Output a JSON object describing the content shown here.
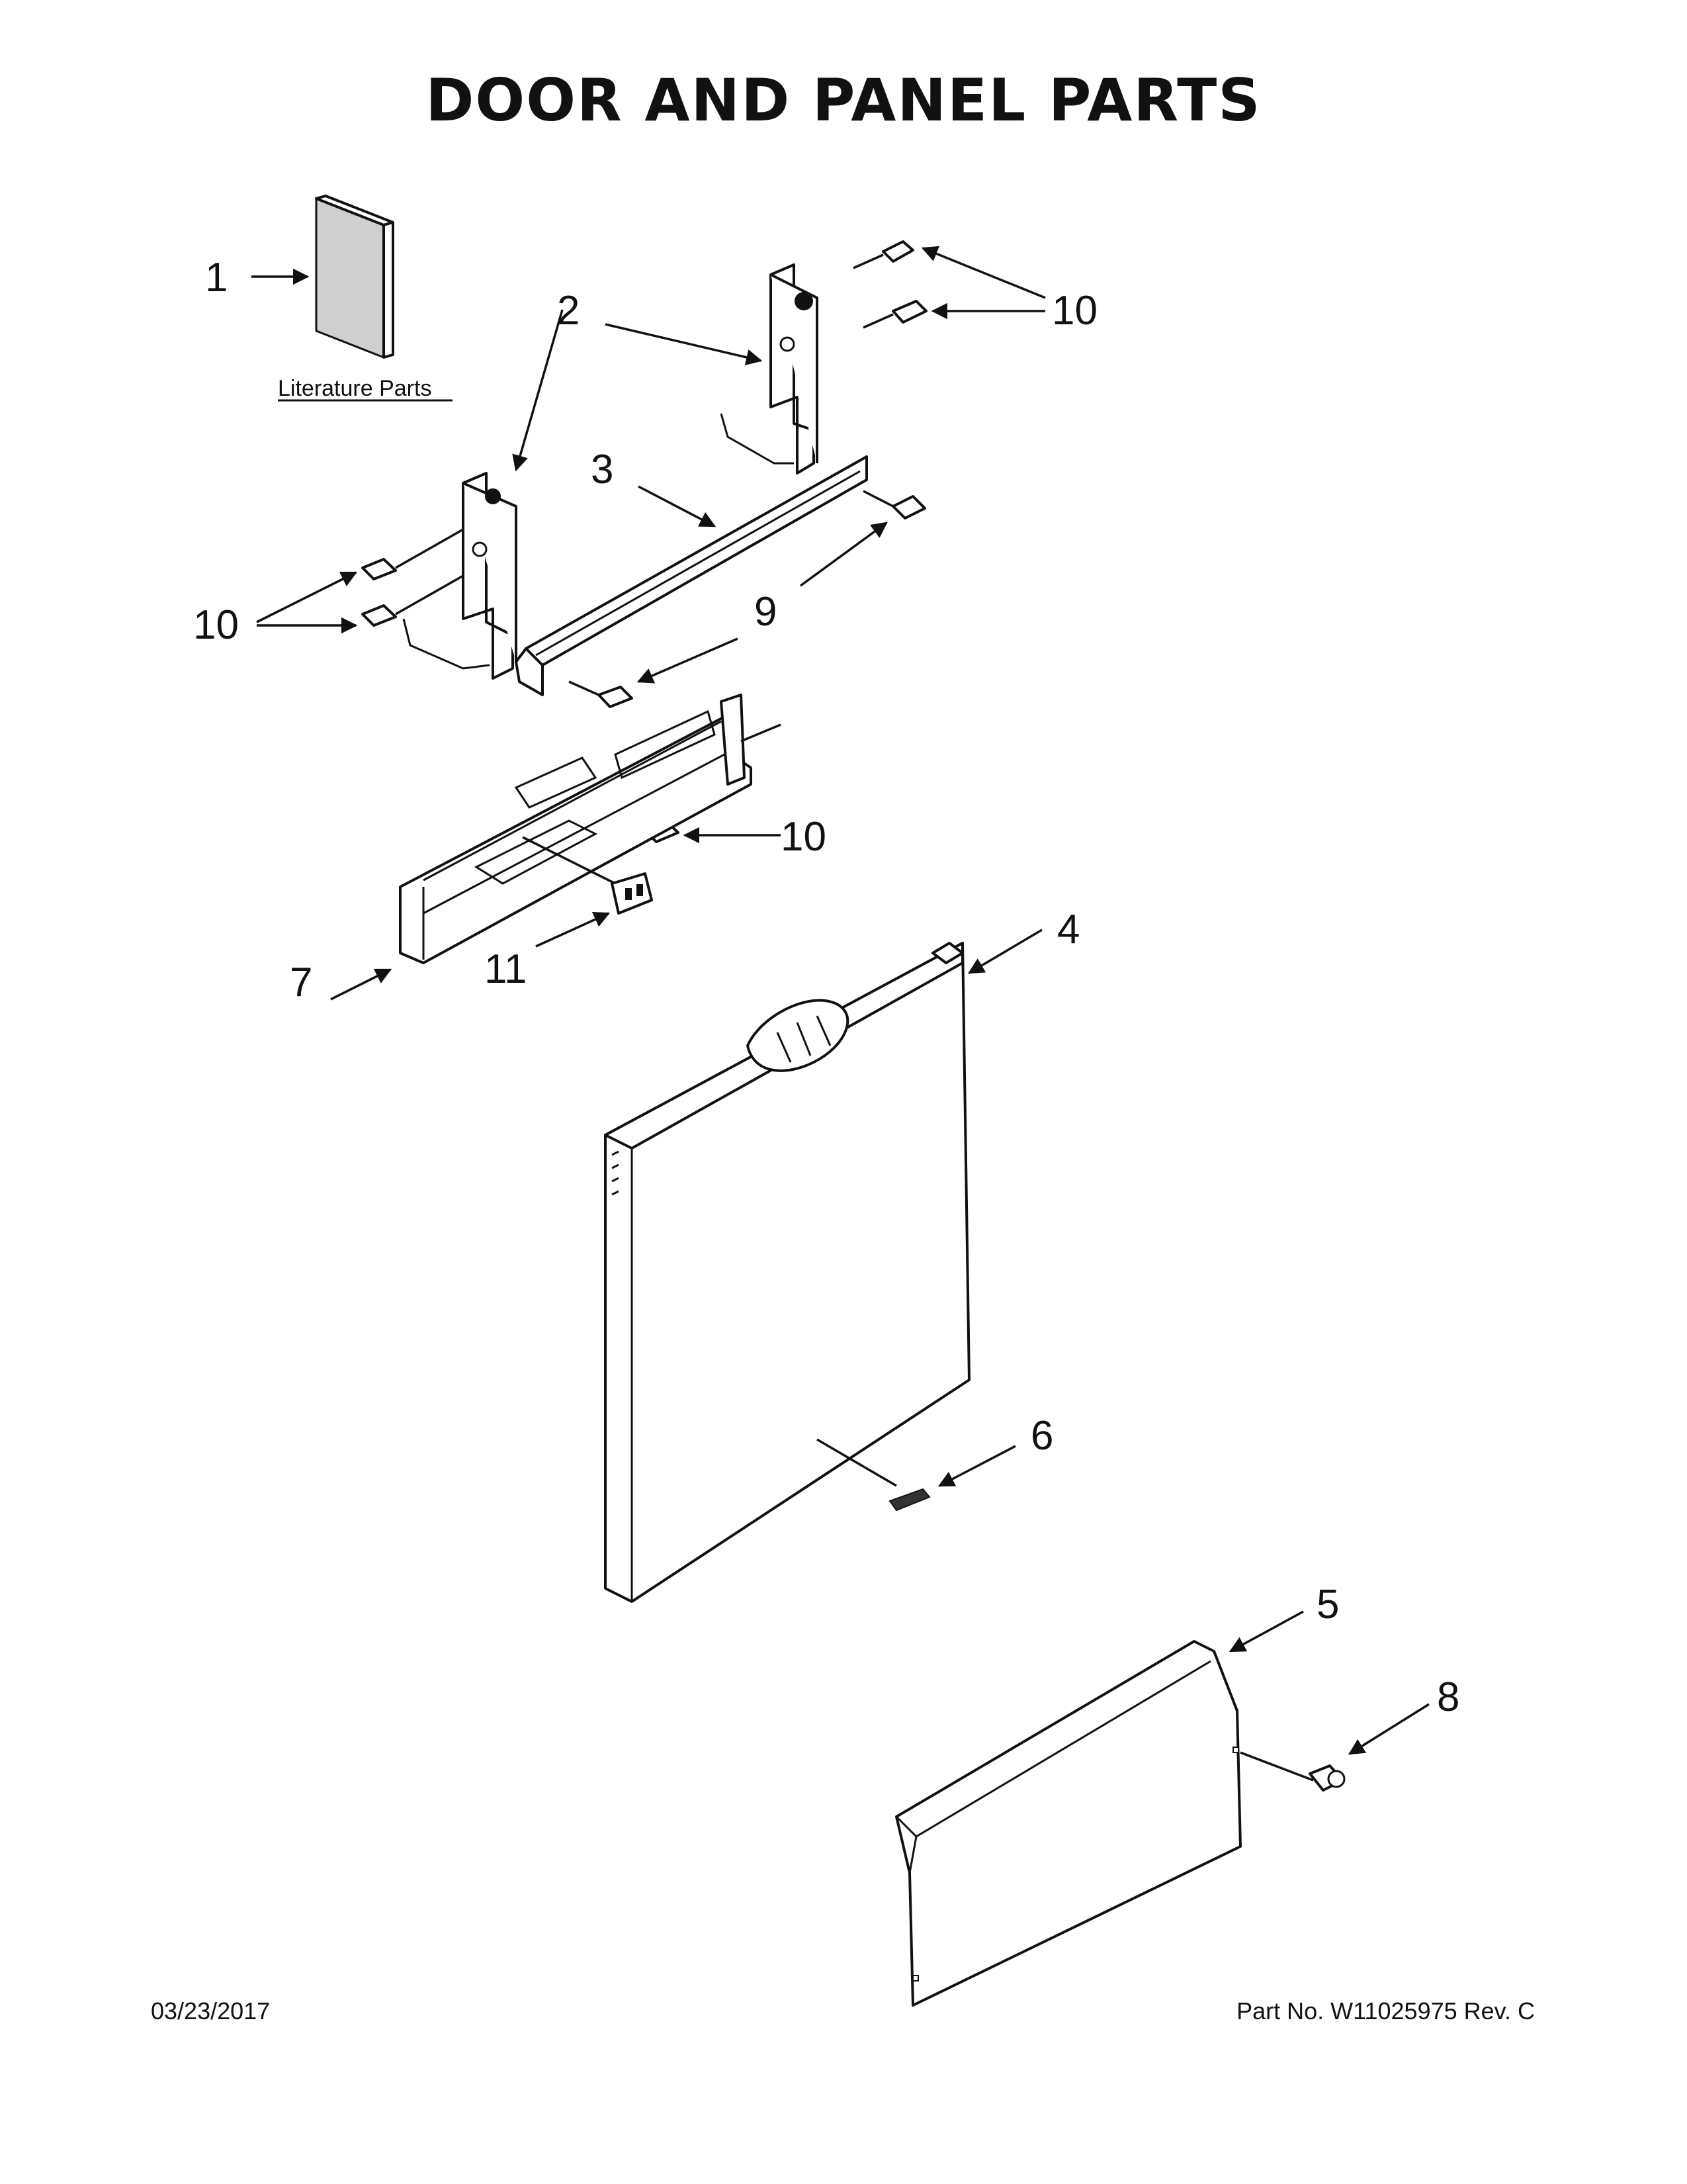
{
  "title": "DOOR AND PANEL PARTS",
  "literature_label": "Literature Parts",
  "callouts": {
    "c1": "1",
    "c2": "2",
    "c3": "3",
    "c4": "4",
    "c5": "5",
    "c6": "6",
    "c7": "7",
    "c8": "8",
    "c9": "9",
    "c10_top": "10",
    "c10_left": "10",
    "c10_mid": "10",
    "c11": "11"
  },
  "footer": {
    "date": "03/23/2017",
    "part_no": "Part No.  W11025975  Rev.  C"
  }
}
